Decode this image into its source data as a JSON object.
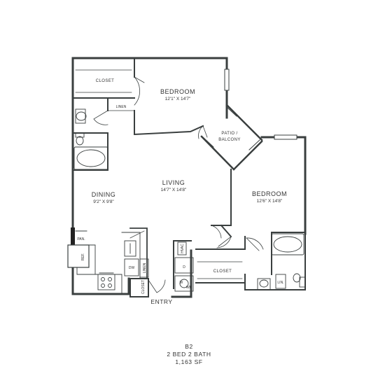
{
  "plan": {
    "rooms": {
      "bedroom_1": {
        "name": "BEDROOM",
        "size": "12'1\" X 14'7\""
      },
      "bedroom_2": {
        "name": "BEDROOM",
        "size": "12'6\" X 14'8\""
      },
      "living": {
        "name": "LIVING",
        "size": "14'7\" X 14'8\""
      },
      "dining": {
        "name": "DINING",
        "size": "9'2\" X 9'8\""
      },
      "patio": {
        "line1": "PATIO /",
        "line2": "BALCONY"
      }
    },
    "labels": {
      "closet_top": "CLOSET",
      "closet_right": "CLOSET",
      "closet_entry": "CLOSET",
      "linen_top": "LINEN",
      "linen_kitchen": "LINEN",
      "pantry": "PAN.",
      "ref": "REF.",
      "dw": "DW",
      "hvac": "HVAC",
      "dryer": "D",
      "washer": "W",
      "water_heater": "WH",
      "lin": "LIN.",
      "entry": "ENTRY"
    }
  },
  "caption": {
    "unit": "B2",
    "beds_baths": "2 BED  2 BATH",
    "area": "1,163  SF"
  }
}
